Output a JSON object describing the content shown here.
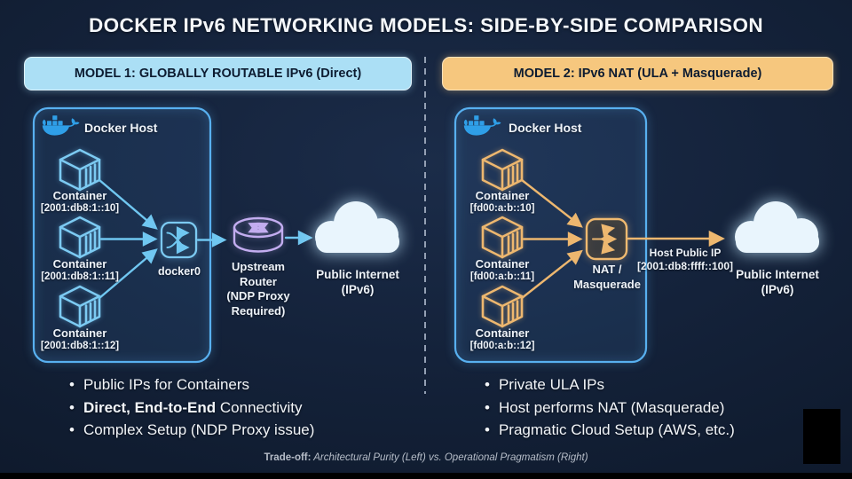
{
  "title": "DOCKER IPv6 NETWORKING MODELS: SIDE-BY-SIDE COMPARISON",
  "colors": {
    "background": "#14223a",
    "model1_accent": "#abdff5",
    "model2_accent": "#f6c77e",
    "blue_line": "#70c7f1",
    "orange_line": "#edb76f",
    "host_border": "#58b0f0",
    "router_purple": "#c3adf0",
    "cloud_fill": "#e9f5fd",
    "docker_blue": "#2f9fe8"
  },
  "model1": {
    "header_bold": "MODEL 1:",
    "header_rest": " GLOBALLY ROUTABLE IPv6 (Direct)",
    "host_label": "Docker Host",
    "containers": [
      {
        "name": "Container",
        "address": "[2001:db8:1::10]"
      },
      {
        "name": "Container",
        "address": "[2001:db8:1::11]"
      },
      {
        "name": "Container",
        "address": "[2001:db8:1::12]"
      }
    ],
    "bridge_label": "docker0",
    "router_lines": [
      "Upstream",
      "Router",
      "(NDP Proxy",
      "Required)"
    ],
    "cloud_line1": "Public Internet",
    "cloud_line2": "(IPv6)",
    "bullets": [
      {
        "bold": "",
        "text": "Public IPs for Containers"
      },
      {
        "bold": "Direct, End-to-End",
        "text": " Connectivity"
      },
      {
        "bold": "",
        "text": "Complex Setup (NDP Proxy issue)"
      }
    ]
  },
  "model2": {
    "header_bold": "MODEL 2:",
    "header_rest": " IPv6 NAT (ULA + Masquerade)",
    "host_label": "Docker Host",
    "containers": [
      {
        "name": "Container",
        "address": "[fd00:a:b::10]"
      },
      {
        "name": "Container",
        "address": "[fd00:a:b::11]"
      },
      {
        "name": "Container",
        "address": "[fd00:a:b::12]"
      }
    ],
    "nat_line1": "NAT /",
    "nat_line2": "Masquerade",
    "host_ip_line1": "Host Public IP",
    "host_ip_line2": "[2001:db8:ffff::100]",
    "cloud_line1": "Public Internet",
    "cloud_line2": "(IPv6)",
    "bullets": [
      {
        "bold": "",
        "text": "Private ULA IPs"
      },
      {
        "bold": "",
        "text": "Host performs NAT (Masquerade)"
      },
      {
        "bold": "",
        "text": "Pragmatic Cloud Setup (AWS, etc.)"
      }
    ]
  },
  "footer": {
    "bold": "Trade-off:",
    "italic": " Architectural Purity (Left) vs. Operational Pragmatism (Right)"
  }
}
